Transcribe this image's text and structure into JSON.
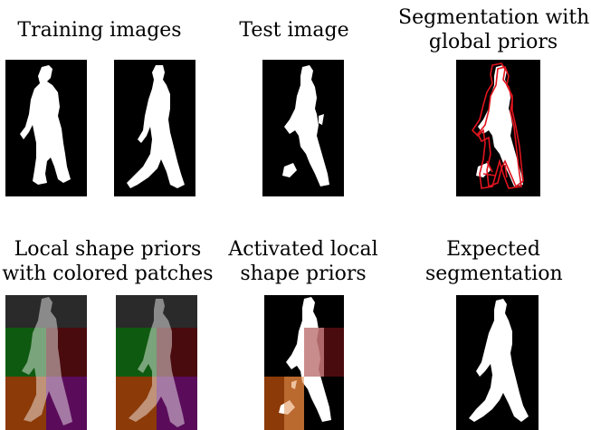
{
  "captions": {
    "training_images": "Training images",
    "test_image": "Test image",
    "segmentation_global": [
      "Segmentation with",
      "global priors"
    ],
    "local_shape_priors": [
      "Local shape priors",
      "with colored patches"
    ],
    "activated_local": [
      "Activated local",
      "shape priors"
    ],
    "expected_segmentation": [
      "Expected",
      "segmentation"
    ]
  },
  "colors": {
    "background": "#000000",
    "silhouette": "#ffffff",
    "contour": "#e0141e",
    "patch_top": "#2a2a2a",
    "patch_mid_left": "#0e5a10",
    "patch_mid_right": "#4a0b0e",
    "patch_bottom_left": "#8c3a08",
    "patch_bottom_right": "#5a0c5a"
  }
}
